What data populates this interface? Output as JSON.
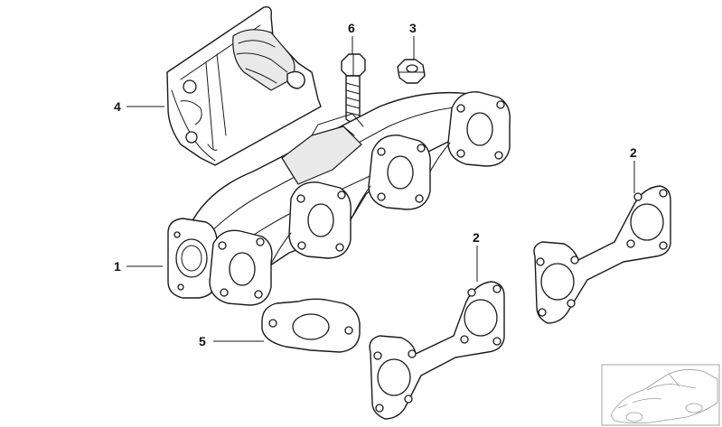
{
  "callouts": [
    {
      "id": "label-1",
      "text": "1"
    },
    {
      "id": "label-2a",
      "text": "2"
    },
    {
      "id": "label-2b",
      "text": "2"
    },
    {
      "id": "label-3",
      "text": "3"
    },
    {
      "id": "label-4",
      "text": "4"
    },
    {
      "id": "label-5",
      "text": "5"
    },
    {
      "id": "label-6",
      "text": "6"
    }
  ],
  "parts": [
    {
      "number": "1",
      "kind": "exhaust-manifold"
    },
    {
      "number": "2",
      "kind": "manifold-gasket"
    },
    {
      "number": "3",
      "kind": "hex-nut"
    },
    {
      "number": "4",
      "kind": "heat-shield"
    },
    {
      "number": "5",
      "kind": "flange-gasket"
    },
    {
      "number": "6",
      "kind": "hex-bolt"
    }
  ],
  "colors": {
    "line": "#1a1a1a",
    "shade": "#e9e9e9",
    "inset": "#9a9a9a"
  }
}
